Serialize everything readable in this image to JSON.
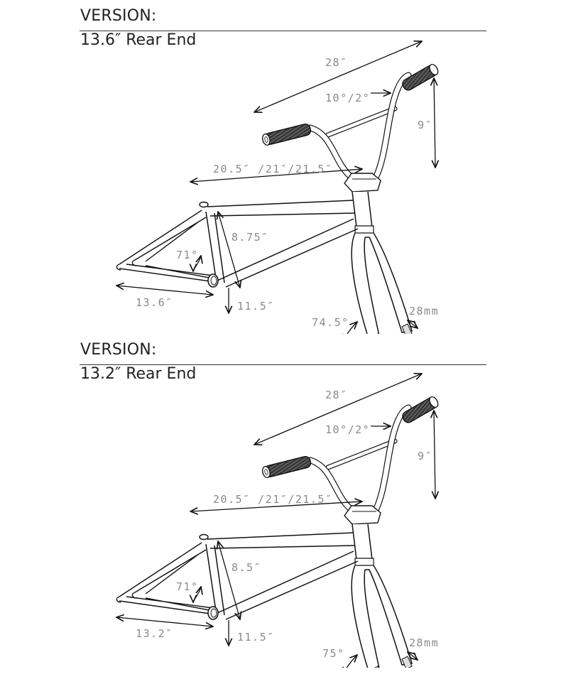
{
  "colors": {
    "line": "#111111",
    "dimension_text": "#8a8a8a",
    "heading_text": "#222222",
    "grip": "#2a2a2a"
  },
  "sections": [
    {
      "version_label": "VERSION:",
      "variant_title": "13.6″ Rear End",
      "dimensions": {
        "bar_width": "28″",
        "bar_sweep": "10°/2°",
        "bar_rise": "9″",
        "top_tube": "20.5″ /21″/21.5″",
        "standover": "8.75″",
        "seat_angle": "71°",
        "chainstay": "13.6″",
        "bb_height": "11.5″",
        "head_angle": "74.5°",
        "fork_offset": "28mm"
      }
    },
    {
      "version_label": "VERSION:",
      "variant_title": "13.2″ Rear End",
      "dimensions": {
        "bar_width": "28″",
        "bar_sweep": "10°/2°",
        "bar_rise": "9″",
        "top_tube": "20.5″ /21″/21.5″",
        "standover": "8.5″",
        "seat_angle": "71°",
        "chainstay": "13.2″",
        "bb_height": "11.5″",
        "head_angle": "75°",
        "fork_offset": "28mm"
      }
    }
  ]
}
